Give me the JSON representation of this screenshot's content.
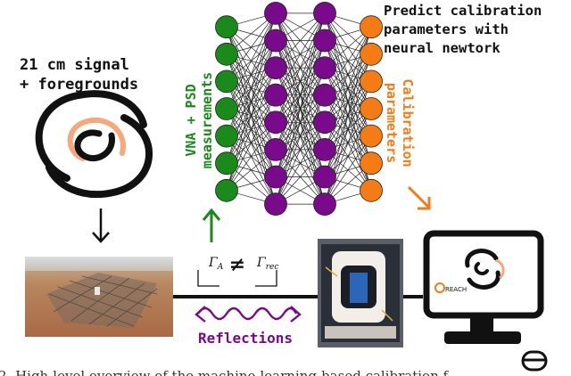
{
  "signal_label": {
    "line1": "21 cm signal",
    "line2": "+ foregrounds"
  },
  "predict_label": {
    "line1": "Predict calibration",
    "line2": "parameters with",
    "line3": "neural newtork"
  },
  "input_label": {
    "line1": "VNA + PSD",
    "line2": "measurements"
  },
  "output_label": {
    "line1": "Calibration",
    "line2": "parameters"
  },
  "gamma": {
    "left": "Γ",
    "left_sub": "A",
    "neq": "≠",
    "right": "Γ",
    "right_sub": "rec"
  },
  "reflections_label": "Reflections",
  "reach_logo_text": "REACH",
  "caption_fragment": "2.  High-level overview of the machine-learning-based calibration f",
  "colors": {
    "green": "#1a8a1a",
    "purple": "#7a0a8c",
    "orange": "#f57c14",
    "black": "#111111",
    "peach": "#f5a87a"
  },
  "network": {
    "layers": [
      7,
      8,
      8,
      7
    ],
    "layer_colors": [
      "green",
      "purple",
      "purple",
      "orange"
    ]
  }
}
